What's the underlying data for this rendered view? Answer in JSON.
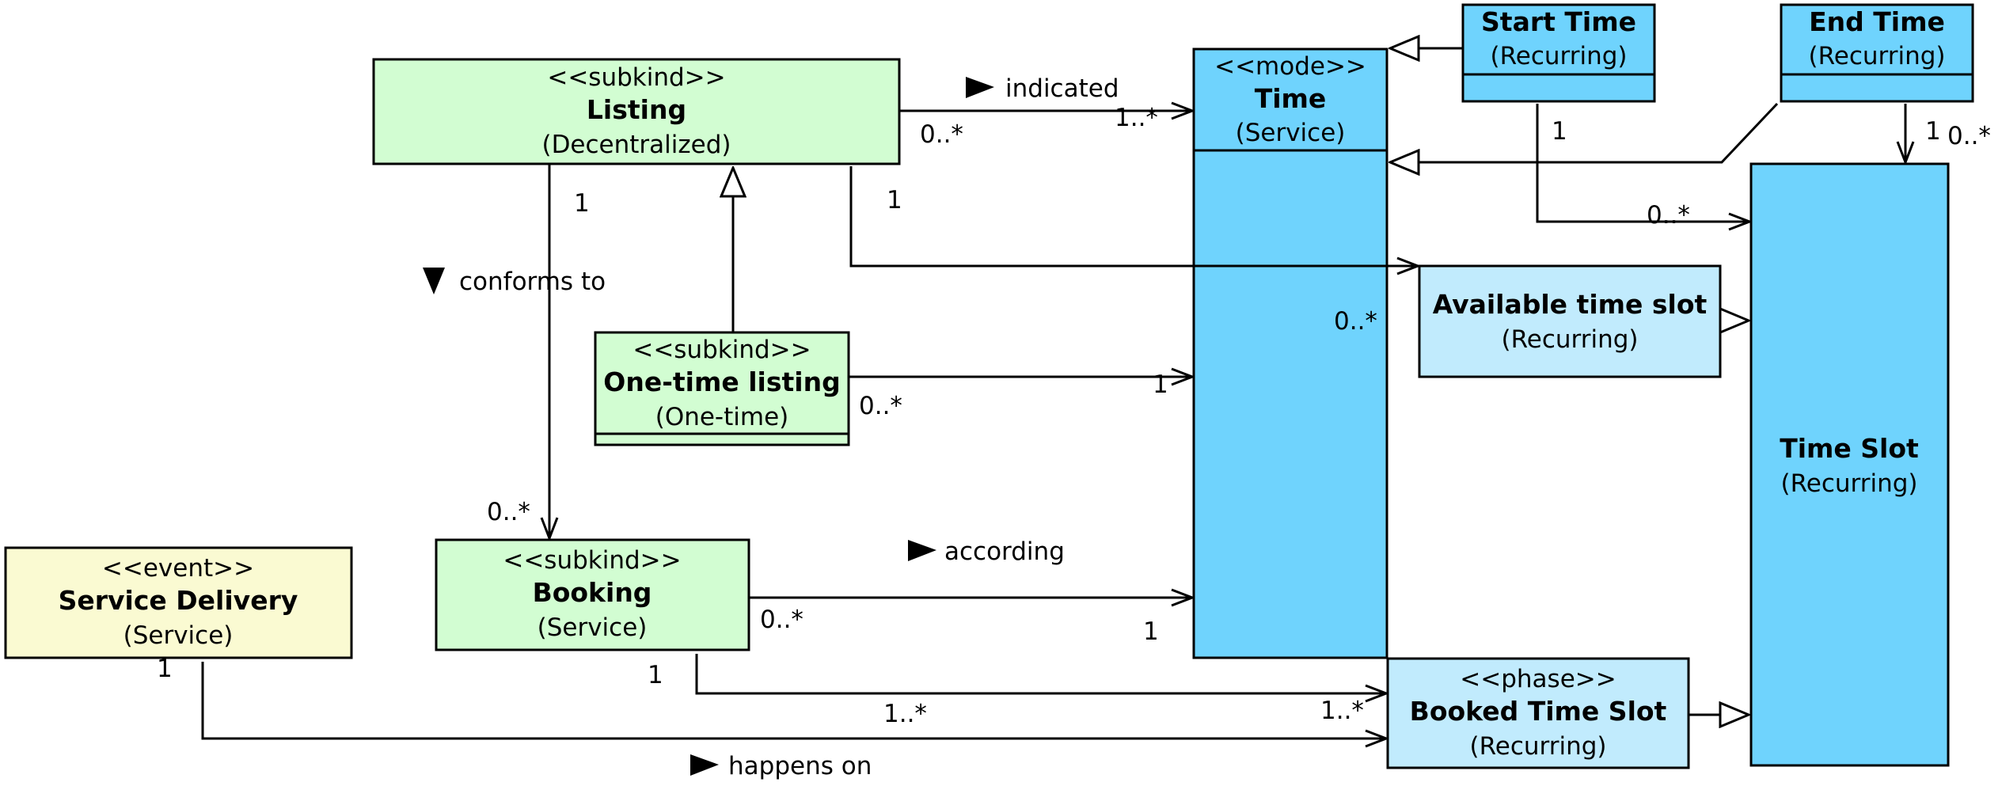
{
  "colors": {
    "subkind_fill": "#d2fdd2",
    "event_fill": "#fafad2",
    "mode_fill": "#6fd3fd",
    "phase_fill": "#c1ebfd",
    "stroke": "#000000"
  },
  "classes": {
    "listing": {
      "stereotype": "<<subkind>>",
      "name": "Listing",
      "subtitle": "(Decentralized)"
    },
    "one_time_listing": {
      "stereotype": "<<subkind>>",
      "name": "One-time listing",
      "subtitle": "(One-time)"
    },
    "booking": {
      "stereotype": "<<subkind>>",
      "name": "Booking",
      "subtitle": "(Service)"
    },
    "service_delivery": {
      "stereotype": "<<event>>",
      "name": "Service Delivery",
      "subtitle": "(Service)"
    },
    "time": {
      "stereotype": "<<mode>>",
      "name": "Time",
      "subtitle": "(Service)"
    },
    "start_time": {
      "name": "Start Time",
      "subtitle": "(Recurring)"
    },
    "end_time": {
      "name": "End Time",
      "subtitle": "(Recurring)"
    },
    "available_time_slot": {
      "name": "Available time slot",
      "subtitle": "(Recurring)"
    },
    "time_slot": {
      "name": "Time Slot",
      "subtitle": "(Recurring)"
    },
    "booked_time_slot": {
      "stereotype": "<<phase>>",
      "name": "Booked Time Slot",
      "subtitle": "(Recurring)"
    }
  },
  "associations": {
    "indicated": {
      "label": "indicated",
      "source_mult": "0..*",
      "target_mult": "1..*"
    },
    "conforms_to": {
      "label": "conforms to",
      "source_mult": "1",
      "target_mult": "0..*"
    },
    "listing_available": {
      "source_mult": "1",
      "target_mult": "0..*"
    },
    "one_time_time": {
      "source_mult": "0..*",
      "target_mult": "1"
    },
    "according": {
      "label": "according",
      "source_mult": "0..*",
      "target_mult": "1"
    },
    "booking_booked": {
      "source_mult": "1",
      "target_mult": "1..*"
    },
    "happens_on": {
      "label": "happens on",
      "source_mult": "1",
      "target_mult": "1..*"
    },
    "start_timeslot": {
      "source_mult": "1",
      "target_mult": "0..*"
    },
    "end_timeslot": {
      "source_mult": "1",
      "target_mult": "0..*"
    }
  }
}
